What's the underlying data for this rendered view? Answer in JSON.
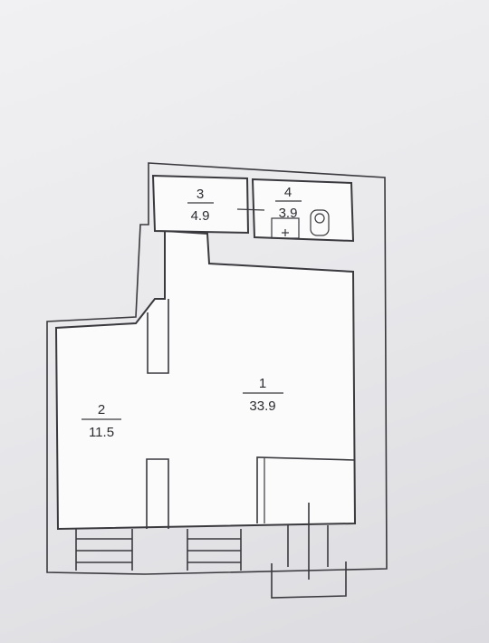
{
  "rooms": [
    {
      "number": "1",
      "area": "33.9"
    },
    {
      "number": "2",
      "area": "11.5"
    },
    {
      "number": "3",
      "area": "4.9"
    },
    {
      "number": "4",
      "area": "3.9"
    }
  ],
  "colors": {
    "wall": "#3a3a3e",
    "paper": "#ececef",
    "room_fill": "#fbfbfc"
  }
}
